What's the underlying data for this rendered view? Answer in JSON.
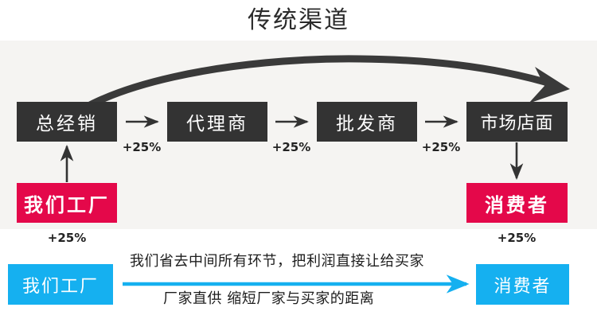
{
  "title": "传统渠道",
  "colors": {
    "dark_box": "#333333",
    "crimson_box": "#e4084a",
    "blue_box": "#15b0f0",
    "panel_bg": "#f5f4f2",
    "page_bg": "#ffffff",
    "arrow_dark": "#333333",
    "arrow_blue": "#15b0f0"
  },
  "traditional_chain": {
    "nodes": [
      {
        "label": "总经销"
      },
      {
        "label": "代理商"
      },
      {
        "label": "批发商"
      },
      {
        "label": "市场店面"
      }
    ],
    "markups": [
      {
        "label": "+25%"
      },
      {
        "label": "+25%"
      },
      {
        "label": "+25%"
      }
    ]
  },
  "factory_node": {
    "label": "我们工厂",
    "markup": "+25%"
  },
  "consumer_node": {
    "label": "消费者",
    "markup": "+25%"
  },
  "direct_channel": {
    "factory_label": "我们工厂",
    "consumer_label": "消费者",
    "caption_top": "我们省去中间所有环节，把利润直接让给买家",
    "caption_bottom": "厂家直供 缩短厂家与买家的距离"
  }
}
